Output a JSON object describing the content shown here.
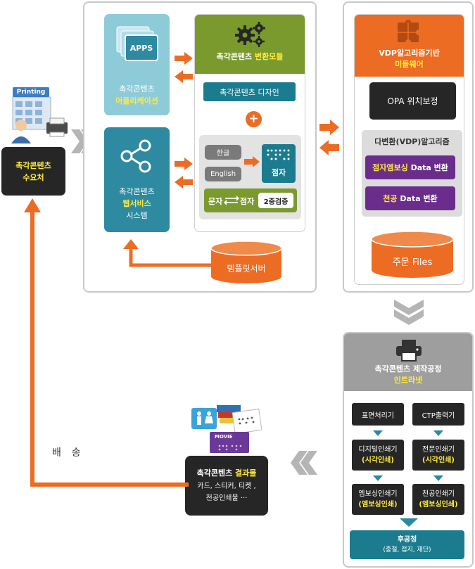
{
  "requester": {
    "printing_label": "Printing",
    "line1": "촉각콘텐츠",
    "line2": "수요처"
  },
  "apps_icon_label": "APPS",
  "app_box": {
    "line1": "촉각콘텐츠",
    "line2": "어플리케이션"
  },
  "web_box": {
    "line1": "촉각콘텐츠",
    "line2": "웹서비스",
    "line3": "시스템"
  },
  "module": {
    "title_prefix": "촉각콘텐츠 ",
    "title_highlight": "변환모듈",
    "design_label": "촉각콘텐츠 디자인",
    "plus": "+",
    "hangul_label": "한글",
    "english_label": "English",
    "braille_label": "점자",
    "conv_from": "문자",
    "conv_to": "점자",
    "verify_label": "2중검증"
  },
  "template_server": "템플릿서버",
  "middleware": {
    "title_line1": "VDP알고리즘기반",
    "title_line2": "미들웨어",
    "opa_label": "OPA 위치보정",
    "vdp_title": "다변환(VDP)알고리즘",
    "emboss_highlight": "점자엠보싱",
    "emboss_rest": " Data 변환",
    "perf_highlight": "천공",
    "perf_rest": " Data 변환",
    "files_label": "주문 Files"
  },
  "production": {
    "title_line1": "촉각콘텐츠 제작공정",
    "title_line2": "인트라넷",
    "surface": "표면처리기",
    "ctp": "CTP출력기",
    "digital_line1": "디지털인쇄기",
    "digital_line2": "(시각인쇄)",
    "offset_line1": "전문인쇄기",
    "offset_line2": "(시각인쇄)",
    "emboss_line1": "엠보싱인쇄기",
    "emboss_line2": "(엠보싱인쇄)",
    "perf_line1": "천공인쇄기",
    "perf_line2": "(엠보싱인쇄)",
    "post_line1": "후공정",
    "post_line2": "(중철, 접지, 재단)"
  },
  "results": {
    "movie_label": "MOVIE",
    "title_prefix": "촉각콘텐츠 ",
    "title_highlight": "결과물",
    "line2": "카드, 스티커, 티켓 ,",
    "line3": "천공인쇄물 ···"
  },
  "delivery_label": "배  송",
  "colors": {
    "orange": "#ec6c24",
    "green": "#7a9a2e",
    "light_blue": "#8ecbd9",
    "teal": "#2e8aa0",
    "dark_teal": "#1b7c90",
    "purple": "#6b2d8c",
    "dark": "#262626",
    "grey_panel": "#9e9e9e",
    "highlight": "#ffeb3b"
  }
}
